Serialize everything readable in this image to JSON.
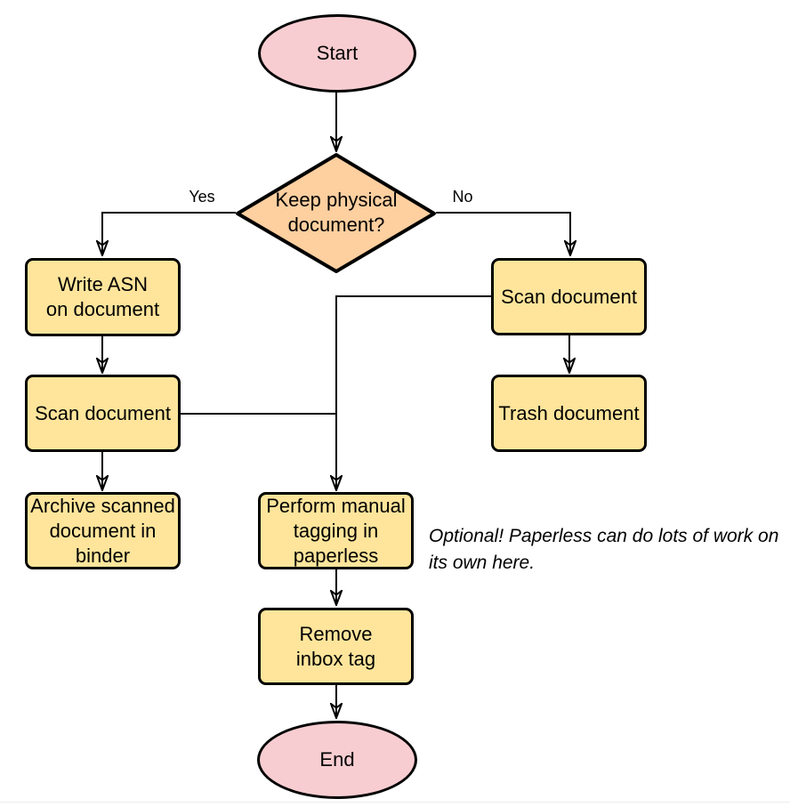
{
  "flowchart": {
    "nodes": {
      "start": "Start",
      "decision": "Keep physical\ndocument?",
      "write_asn": "Write ASN\non document",
      "scan_left": "Scan document",
      "archive": "Archive scanned\ndocument in\nbinder",
      "scan_right": "Scan document",
      "trash": "Trash document",
      "tagging": "Perform manual\ntagging in\npaperless",
      "remove_inbox": "Remove\ninbox tag",
      "end": "End"
    },
    "edge_labels": {
      "yes": "Yes",
      "no": "No"
    },
    "note": "Optional! Paperless can do lots of work on\nits own here.",
    "colors": {
      "terminal_fill": "#f8cdd1",
      "decision_fill": "#fecf9f",
      "process_fill": "#fee59b",
      "stroke": "#000000",
      "background": "#ffffff"
    }
  }
}
